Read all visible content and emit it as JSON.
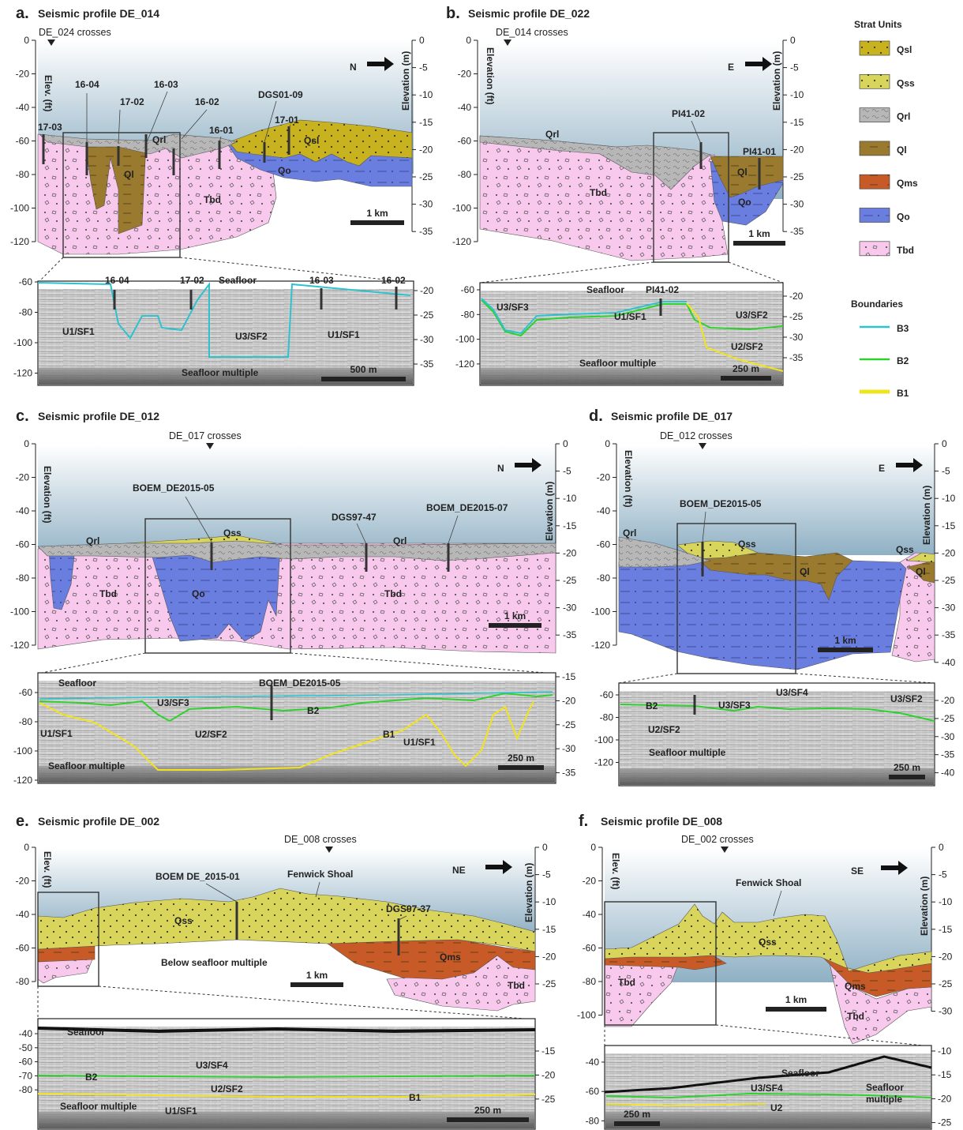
{
  "legend": {
    "strat_title": "Strat Units",
    "units": [
      {
        "name": "Qsl",
        "color": "#c8b21e",
        "pattern": "dots"
      },
      {
        "name": "Qss",
        "color": "#d9d55a",
        "pattern": "dots"
      },
      {
        "name": "Qrl",
        "color": "#b7b7b7",
        "pattern": "rubble"
      },
      {
        "name": "Ql",
        "color": "#9a7a2e",
        "pattern": "dash"
      },
      {
        "name": "Qms",
        "color": "#c75a26",
        "pattern": "dash"
      },
      {
        "name": "Qo",
        "color": "#6a7ee0",
        "pattern": "dashdot"
      },
      {
        "name": "Tbd",
        "color": "#f8c9ec",
        "pattern": "pebbles"
      }
    ],
    "boundaries_title": "Boundaries",
    "boundaries": [
      {
        "name": "B3",
        "color": "#2ec2cf"
      },
      {
        "name": "B2",
        "color": "#2fd12f"
      },
      {
        "name": "B1",
        "color": "#f2e31f"
      }
    ]
  },
  "panels": [
    {
      "letter": "a.",
      "title": "Seismic profile DE_014",
      "crosses": "DE_024 crosses",
      "direction": "N",
      "ft_ticks": [
        "0",
        "-20",
        "-40",
        "-60",
        "-80",
        "-100",
        "-120"
      ],
      "ft_label": "Elev. (ft)",
      "m_ticks": [
        "0",
        "-5",
        "-10",
        "-15",
        "-20",
        "-25",
        "-30",
        "-35"
      ],
      "m_label": "Elevation (m)",
      "scale": "1 km",
      "labels": [
        "17-03",
        "16-04",
        "17-02",
        "16-03",
        "16-02",
        "16-01",
        "DGS01-09",
        "17-01",
        "Qrl",
        "Ql",
        "Qsl",
        "Qo",
        "Tbd"
      ],
      "inset": {
        "ft_ticks": [
          "-60",
          "-80",
          "-100",
          "-120"
        ],
        "m_ticks": [
          "-20",
          "-25",
          "-30",
          "-35"
        ],
        "scale": "500 m",
        "labels": [
          "16-04",
          "17-02",
          "Seafloor",
          "16-03",
          "16-02",
          "U1/SF1",
          "U3/SF2",
          "U1/SF1",
          "Seafloor multiple"
        ]
      }
    },
    {
      "letter": "b.",
      "title": "Seismic profile DE_022",
      "crosses": "DE_014 crosses",
      "direction": "E",
      "ft_ticks": [
        "0",
        "-20",
        "-40",
        "-60",
        "-80",
        "-100",
        "-120"
      ],
      "ft_label": "Elevation (ft)",
      "m_ticks": [
        "0",
        "-5",
        "-10",
        "-15",
        "-20",
        "-25",
        "-30",
        "-35"
      ],
      "m_label": "Elevation (m)",
      "scale": "1 km",
      "labels": [
        "Qrl",
        "PI41-02",
        "PI41-01",
        "Tbd",
        "Ql",
        "Qo"
      ],
      "inset": {
        "ft_ticks": [
          "-60",
          "-80",
          "-100",
          "-120"
        ],
        "m_ticks": [
          "-20",
          "-25",
          "-30",
          "-35"
        ],
        "scale": "250 m",
        "labels": [
          "Seafloor",
          "PI41-02",
          "U3/SF3",
          "U1/SF1",
          "U3/SF2",
          "U2/SF2",
          "Seafloor multiple"
        ]
      }
    },
    {
      "letter": "c.",
      "title": "Seismic profile DE_012",
      "crosses": "DE_017 crosses",
      "direction": "N",
      "ft_ticks": [
        "0",
        "-20",
        "-40",
        "-60",
        "-80",
        "-100",
        "-120"
      ],
      "ft_label": "Elevation (ft)",
      "m_ticks": [
        "0",
        "-5",
        "-10",
        "-15",
        "-20",
        "-25",
        "-30",
        "-35"
      ],
      "m_label": "Elevation (m)",
      "scale": "1 km",
      "labels": [
        "BOEM_DE2015-05",
        "DGS97-47",
        "BOEM_DE2015-07",
        "Qrl",
        "Qss",
        "Qrl",
        "Tbd",
        "Qo",
        "Tbd"
      ],
      "inset": {
        "ft_ticks": [
          "-60",
          "-80",
          "-100",
          "-120"
        ],
        "m_ticks": [
          "-15",
          "-20",
          "-25",
          "-30",
          "-35"
        ],
        "scale": "250 m",
        "labels": [
          "Seafloor",
          "BOEM_DE2015-05",
          "U3/SF3",
          "B2",
          "U1/SF1",
          "U2/SF2",
          "B1",
          "U1/SF1",
          "Seafloor multiple"
        ]
      }
    },
    {
      "letter": "d.",
      "title": "Seismic profile DE_017",
      "crosses": "DE_012 crosses",
      "direction": "E",
      "ft_ticks": [
        "0",
        "-20",
        "-40",
        "-60",
        "-80",
        "-100",
        "-120"
      ],
      "ft_label": "Elevation (ft)",
      "m_ticks": [
        "0",
        "-5",
        "-10",
        "-15",
        "-20",
        "-25",
        "-30",
        "-35",
        "-40"
      ],
      "m_label": "Elevation (m)",
      "scale": "1 km",
      "labels": [
        "BOEM_DE2015-05",
        "Qrl",
        "Qss",
        "Qss",
        "Ql",
        "Ql"
      ],
      "inset": {
        "ft_ticks": [
          "-60",
          "-80",
          "-100",
          "-120"
        ],
        "m_ticks": [
          "-20",
          "-25",
          "-30",
          "-35",
          "-40"
        ],
        "scale": "250 m",
        "labels": [
          "U3/SF4",
          "U3/SF2",
          "B2",
          "U3/SF3",
          "U2/SF2",
          "Seafloor multiple"
        ]
      }
    },
    {
      "letter": "e.",
      "title": "Seismic profile DE_002",
      "crosses": "DE_008 crosses",
      "direction": "NE",
      "ft_ticks": [
        "0",
        "-20",
        "-40",
        "-60",
        "-80"
      ],
      "ft_label": "Elev. (ft)",
      "m_ticks": [
        "0",
        "-5",
        "-10",
        "-15",
        "-20",
        "-25"
      ],
      "m_label": "Elevation (m)",
      "scale": "1 km",
      "labels": [
        "BOEM DE_2015-01",
        "Fenwick Shoal",
        "DGS97-37",
        "Qss",
        "Below seafloor multiple",
        "Qms",
        "Tbd"
      ],
      "inset": {
        "ft_ticks": [
          "-40",
          "-50",
          "-60",
          "-70",
          "-80"
        ],
        "m_ticks": [
          "-15",
          "-20",
          "-25"
        ],
        "scale": "250 m",
        "labels": [
          "Seafloor",
          "U3/SF4",
          "B2",
          "U2/SF2",
          "B1",
          "Seafloor multiple",
          "U1/SF1"
        ]
      }
    },
    {
      "letter": "f.",
      "title": "Seismic profile DE_008",
      "crosses": "DE_002 crosses",
      "direction": "SE",
      "ft_ticks": [
        "0",
        "-20",
        "-40",
        "-60",
        "-80",
        "-100"
      ],
      "ft_label": "Elev. (ft)",
      "m_ticks": [
        "0",
        "-5",
        "-10",
        "-15",
        "-20",
        "-25",
        "-30"
      ],
      "m_label": "Elevation (m)",
      "scale": "1 km",
      "labels": [
        "Fenwick Shoal",
        "Qss",
        "Tbd",
        "Qms",
        "Tbd"
      ],
      "inset": {
        "ft_ticks": [
          "-40",
          "-60",
          "-80"
        ],
        "m_ticks": [
          "-10",
          "-15",
          "-20",
          "-25"
        ],
        "scale": "250 m",
        "labels": [
          "Seafloor",
          "U3/SF4",
          "Seafloor",
          "multiple",
          "U2"
        ]
      }
    }
  ]
}
